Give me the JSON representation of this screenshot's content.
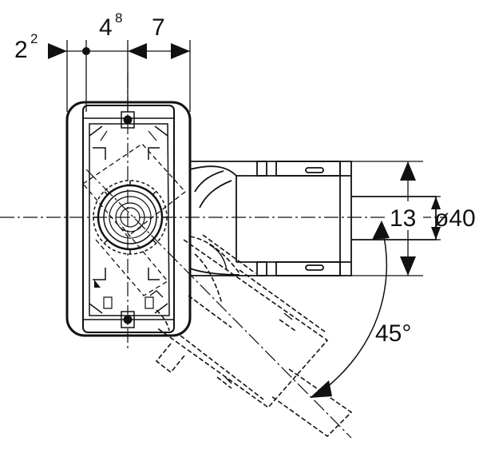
{
  "dimensions": {
    "d1": {
      "base": "2",
      "sup": "2"
    },
    "d2": {
      "base": "4",
      "sup": "8"
    },
    "d3": {
      "base": "7"
    },
    "height": "13",
    "diameter": "ø40",
    "angle": "45°"
  },
  "colors": {
    "line": "#111111",
    "background": "#ffffff"
  }
}
